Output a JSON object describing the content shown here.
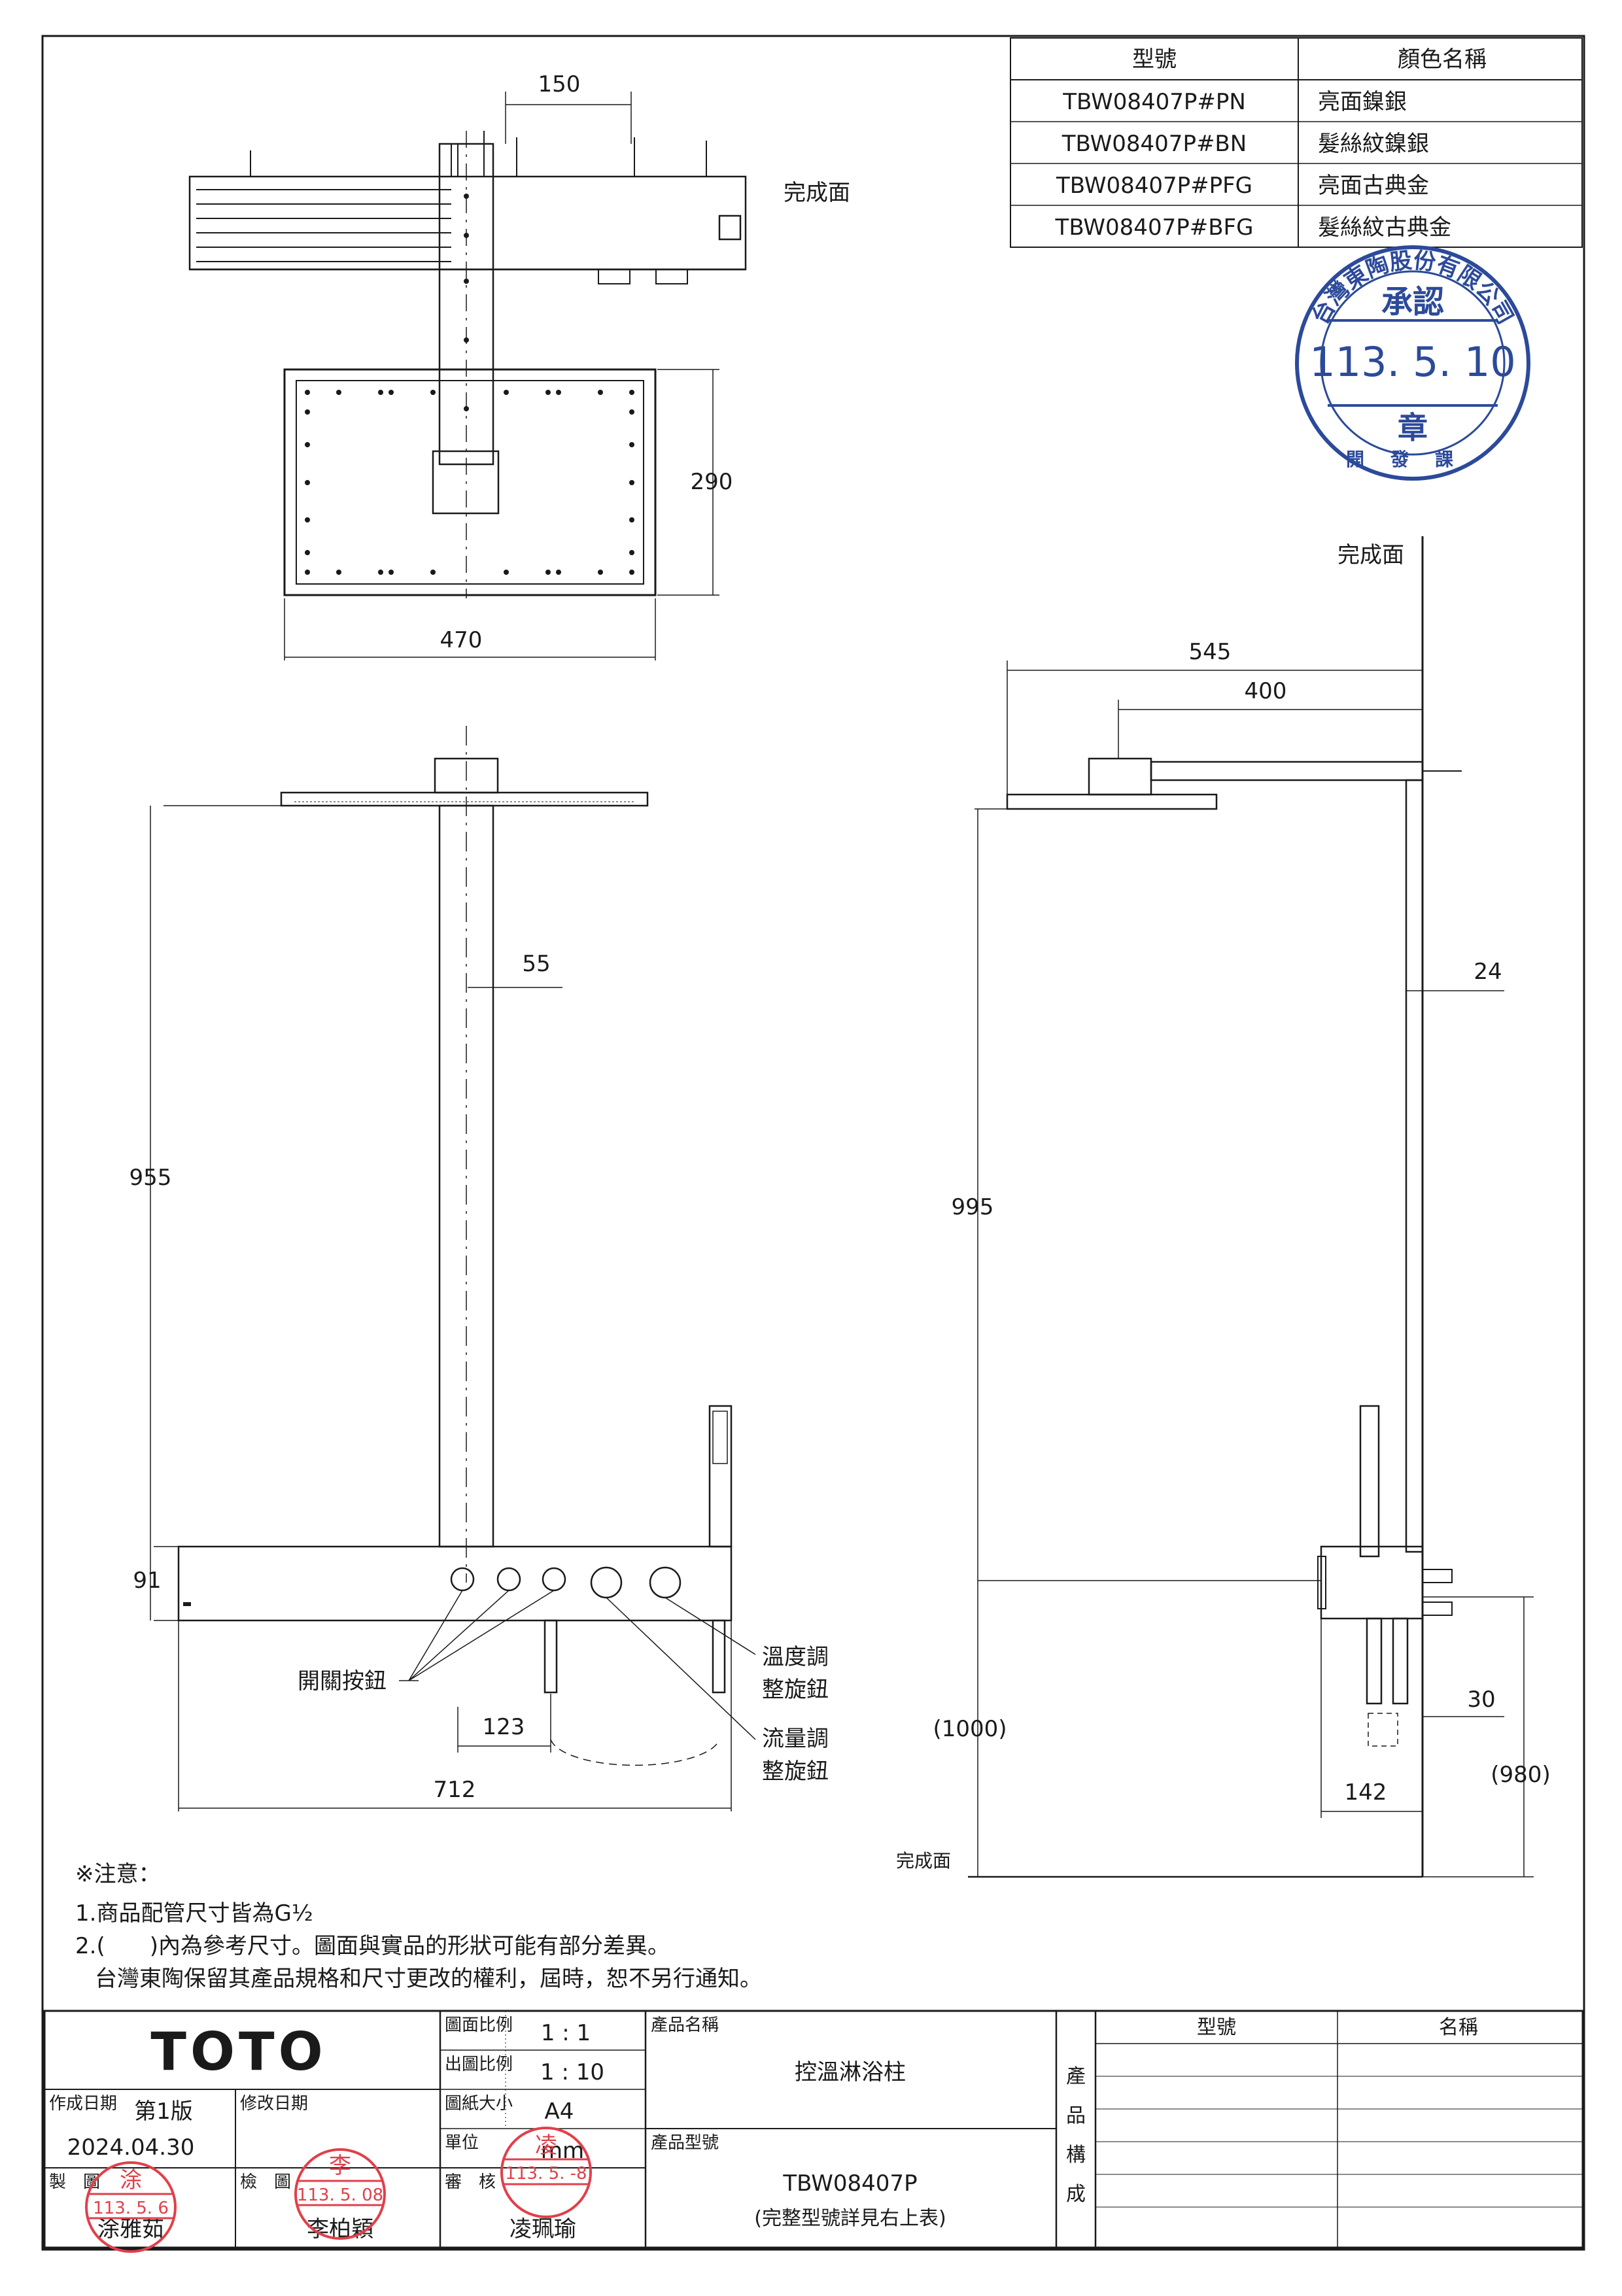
{
  "model_table": {
    "headers": [
      "型號",
      "顏色名稱"
    ],
    "rows": [
      [
        "TBW08407P#PN",
        "亮面鎳銀"
      ],
      [
        "TBW08407P#BN",
        "髮絲紋鎳銀"
      ],
      [
        "TBW08407P#PFG",
        "亮面古典金"
      ],
      [
        "TBW08407P#BFG",
        "髮絲紋古典金"
      ]
    ]
  },
  "approval_seal": {
    "company": "台灣東陶股份有限公司",
    "title": "承認",
    "date": "113. 5. 10",
    "char": "章",
    "dept": "開發課"
  },
  "top_view": {
    "label_finish": "完成面",
    "dim_150": "150",
    "dim_290": "290",
    "dim_470": "470"
  },
  "front_view": {
    "dim_55": "55",
    "dim_955": "955",
    "dim_91": "91",
    "dim_123": "123",
    "dim_712": "712",
    "label_switch": "開關按鈕",
    "label_temp_1": "溫度調",
    "label_temp_2": "整旋鈕",
    "label_flow_1": "流量調",
    "label_flow_2": "整旋鈕"
  },
  "side_view": {
    "label_finish_top": "完成面",
    "label_finish_bottom": "完成面",
    "dim_545": "545",
    "dim_400": "400",
    "dim_24": "24",
    "dim_995": "995",
    "dim_1000": "(1000)",
    "dim_30": "30",
    "dim_142": "142",
    "dim_980": "(980)"
  },
  "notes": {
    "title": "※注意：",
    "line1": "1.商品配管尺寸皆為G½",
    "line2": "2.(　　)內為參考尺寸。圖面與實品的形狀可能有部分差異。",
    "line3": "台灣東陶保留其產品規格和尺寸更改的權利，屆時，恕不另行通知。"
  },
  "title_block": {
    "logo": "TOTO",
    "drawing_scale_label": "圖面比例",
    "drawing_scale": "1 : 1",
    "print_scale_label": "出圖比例",
    "print_scale": "1 : 10",
    "paper_label": "圖紙大小",
    "paper": "A4",
    "unit_label": "單位",
    "unit": "mm",
    "product_name_label": "產品名稱",
    "product_name": "控溫淋浴柱",
    "product_model_label": "產品型號",
    "product_model": "TBW08407P",
    "product_model_note": "(完整型號詳見右上表)",
    "created_label": "作成日期",
    "version": "第1版",
    "created_date": "2024.04.30",
    "revised_label": "修改日期",
    "make_label": "製　圖",
    "make_name": "涂雅茹",
    "check_label": "檢　圖",
    "check_name": "李柏穎",
    "review_label": "審　核",
    "review_name": "凌珮瑜",
    "composition_label": [
      "產",
      "品",
      "構",
      "成"
    ],
    "composition_headers": [
      "型號",
      "名稱"
    ],
    "stamp_make": {
      "char": "涂",
      "date": "113. 5. 6"
    },
    "stamp_check": {
      "char": "李",
      "date": "113. 5. 08"
    },
    "stamp_review": {
      "char": "凌",
      "date": "113. 5. -8",
      "extra": "凌珮瑜"
    }
  },
  "colors": {
    "ink": "#1a1a1a",
    "stamp_red": "#e0404a",
    "seal_blue": "#2c4a9a"
  }
}
